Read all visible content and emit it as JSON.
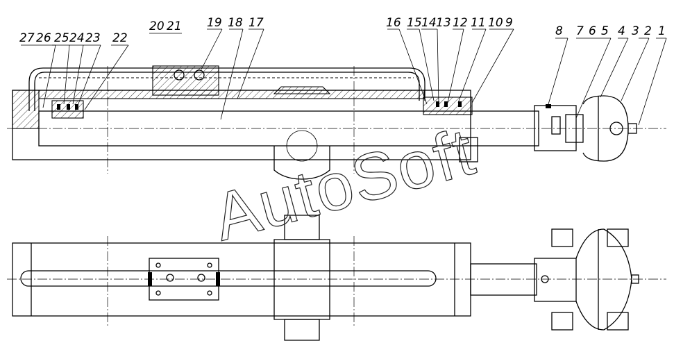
{
  "watermark": "AutoSoft",
  "callouts": [
    "27",
    "26",
    "25",
    "24",
    "23",
    "22",
    "20",
    "21",
    "19",
    "18",
    "17",
    "16",
    "15",
    "14",
    "13",
    "12",
    "11",
    "10",
    "9",
    "8",
    "7",
    "6",
    "5",
    "4",
    "3",
    "2",
    "1"
  ]
}
